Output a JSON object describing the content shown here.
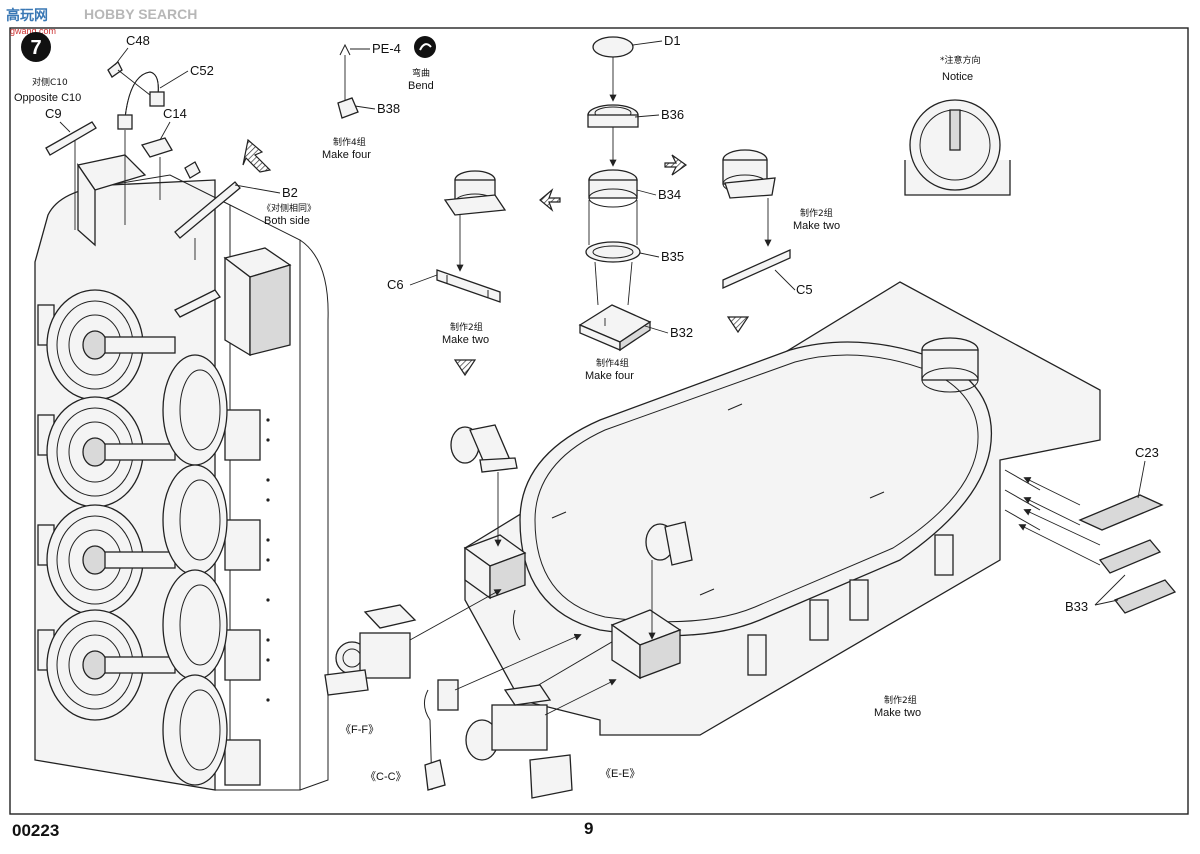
{
  "watermark": {
    "logo_text": "高玩网",
    "site_text": "HOBBY SEARCH",
    "domain": "gwang.com"
  },
  "step": {
    "number": "7"
  },
  "footer": {
    "product_code": "00223",
    "page_number": "9"
  },
  "labels": {
    "c48": "C48",
    "c52": "C52",
    "opposite_cn": "对侧C10",
    "opposite_en": "Opposite C10",
    "c9": "C9",
    "c14": "C14",
    "b2": "B2",
    "both_side_cn": "《对侧相同》",
    "both_side_en": "Both side",
    "pe4": "PE-4",
    "bend_cn": "弯曲",
    "bend_en": "Bend",
    "b38": "B38",
    "make_four_cn_1": "制作4组",
    "make_four_en_1": "Make four",
    "d1": "D1",
    "b36": "B36",
    "b34": "B34",
    "b35": "B35",
    "b32": "B32",
    "make_four_cn_2": "制作4组",
    "make_four_en_2": "Make four",
    "c6": "C6",
    "make_two_cn_1": "制作2组",
    "make_two_en_1": "Make two",
    "make_two_cn_2": "制作2组",
    "make_two_en_2": "Make two",
    "c5": "C5",
    "notice_cn": "*注意方向",
    "notice_en": "Notice",
    "c23": "C23",
    "b33": "B33",
    "ff": "《F-F》",
    "cc": "《C-C》",
    "ee": "《E-E》",
    "make_two_cn_3": "制作2组",
    "make_two_en_3": "Make two"
  }
}
